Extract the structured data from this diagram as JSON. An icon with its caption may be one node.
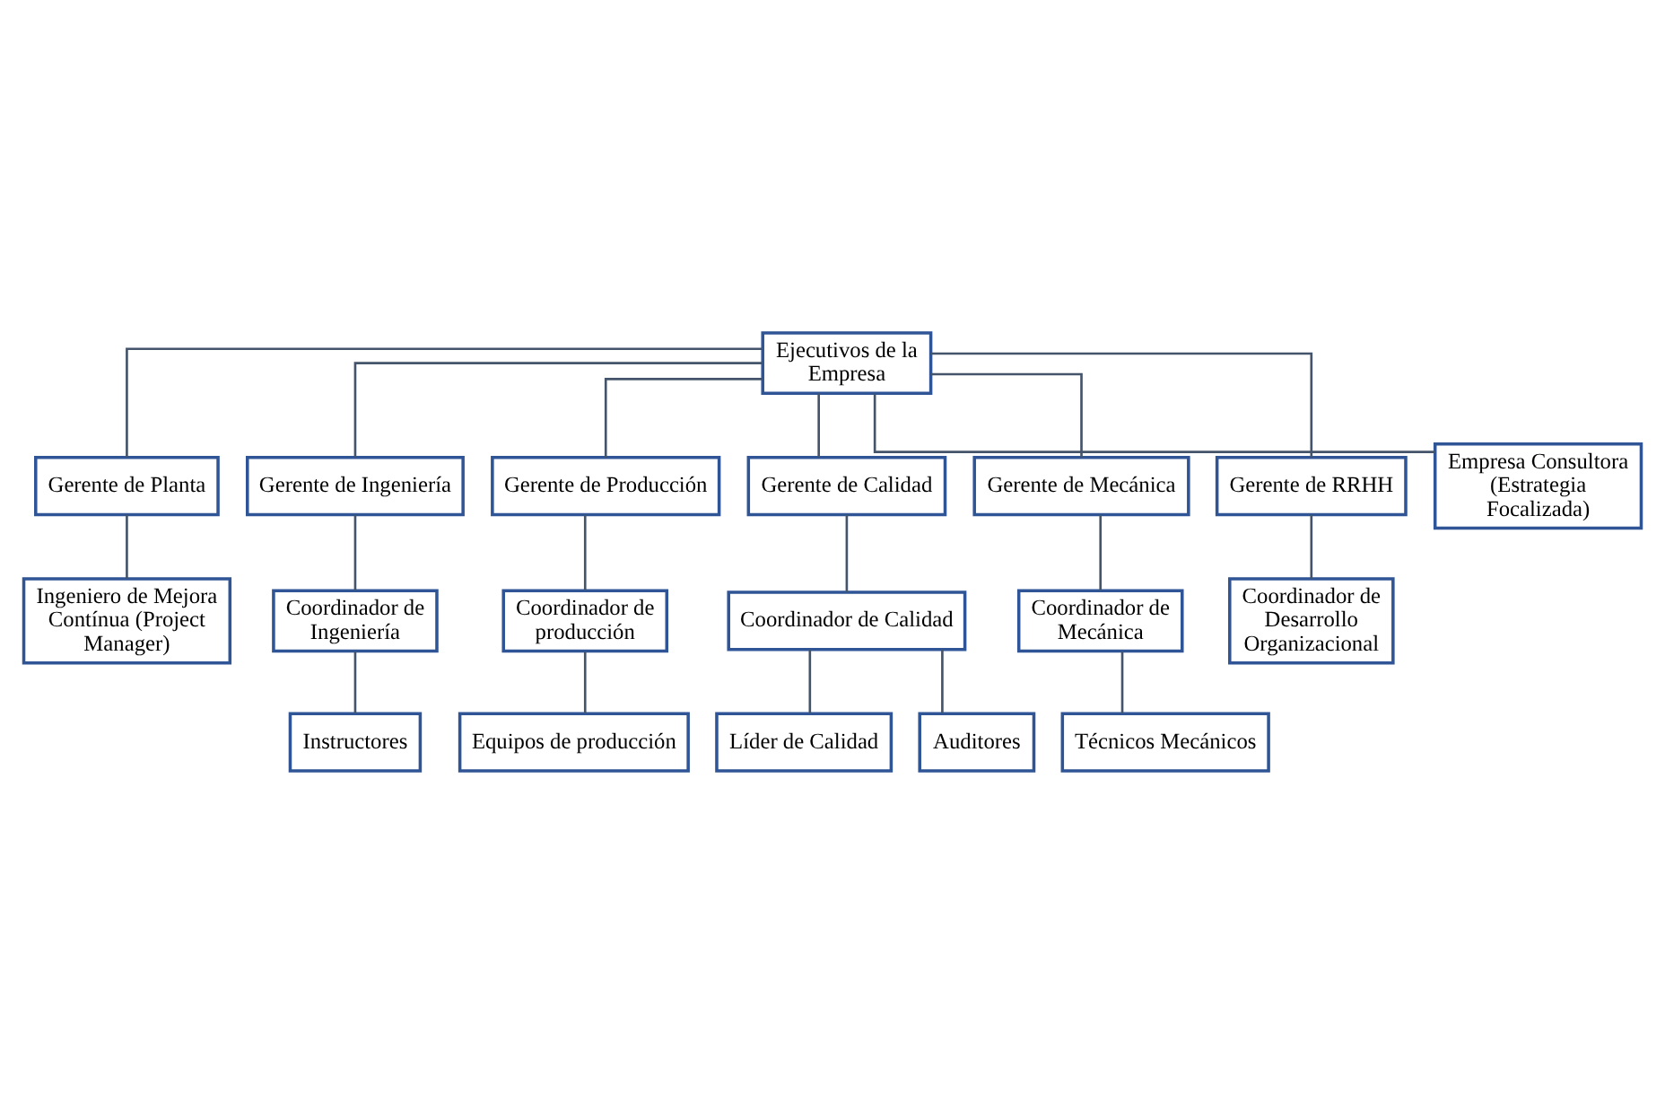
{
  "diagram": {
    "nodes": [
      {
        "text": [
          "Ejecutivos de la Empresa"
        ]
      },
      {
        "text": [
          "Gerente de Planta"
        ]
      },
      {
        "text": [
          "Ingeniero de Mejora Contínua (Project Manager)"
        ]
      },
      {
        "text": [
          "Gerente de Ingeniería"
        ]
      },
      {
        "text": [
          "Gerente de Producción"
        ]
      },
      {
        "text": [
          "Gerente de Calidad"
        ]
      },
      {
        "text": [
          "Gerente de Mecánica"
        ]
      },
      {
        "text": [
          "Gerente de RRHH"
        ]
      },
      {
        "text": [
          "Empresa Consultora (Estrategia Focalizada)"
        ]
      },
      {
        "text": [
          "Coordinador de Ingeniería"
        ]
      },
      {
        "text": [
          "Coordinador de producción"
        ]
      },
      {
        "text": [
          "Coordinador de Calidad"
        ]
      },
      {
        "text": [
          "Coordinador de Mecánica"
        ]
      },
      {
        "text": [
          "Coordinador de Desarrollo Organizacional"
        ]
      },
      {
        "text": [
          "Instructores"
        ]
      },
      {
        "text": [
          "Equipos de producción"
        ]
      },
      {
        "text": [
          "Líder de Calidad"
        ]
      },
      {
        "text": [
          "Técnicos Mecánicos"
        ]
      },
      {
        "text": [
          "Auditores"
        ]
      }
    ],
    "edges": [
      {
        "from": 0,
        "to": 1,
        "arrow": "none"
      },
      {
        "from": 1,
        "to": 2,
        "arrow": "none"
      },
      {
        "from": 0,
        "to": 3,
        "arrow": "none"
      },
      {
        "from": 0,
        "to": 4,
        "arrow": "none"
      },
      {
        "from": 0,
        "to": 5,
        "arrow": "none"
      },
      {
        "from": 0,
        "to": 6,
        "arrow": "none"
      },
      {
        "from": 0,
        "to": 7,
        "arrow": "none"
      },
      {
        "from": 0,
        "to": 8,
        "arrow": "none"
      },
      {
        "from": 3,
        "to": 9,
        "arrow": "none"
      },
      {
        "from": 4,
        "to": 10,
        "arrow": "none"
      },
      {
        "from": 5,
        "to": 11,
        "arrow": "none"
      },
      {
        "from": 6,
        "to": 12,
        "arrow": "none"
      },
      {
        "from": 7,
        "to": 13,
        "arrow": "none"
      },
      {
        "from": 9,
        "to": 14,
        "arrow": "none"
      },
      {
        "from": 10,
        "to": 15,
        "arrow": "none"
      },
      {
        "from": 11,
        "to": 16,
        "arrow": "none"
      },
      {
        "from": 11,
        "to": 18,
        "arrow": "none"
      },
      {
        "from": 12,
        "to": 17,
        "arrow": "none"
      }
    ]
  }
}
